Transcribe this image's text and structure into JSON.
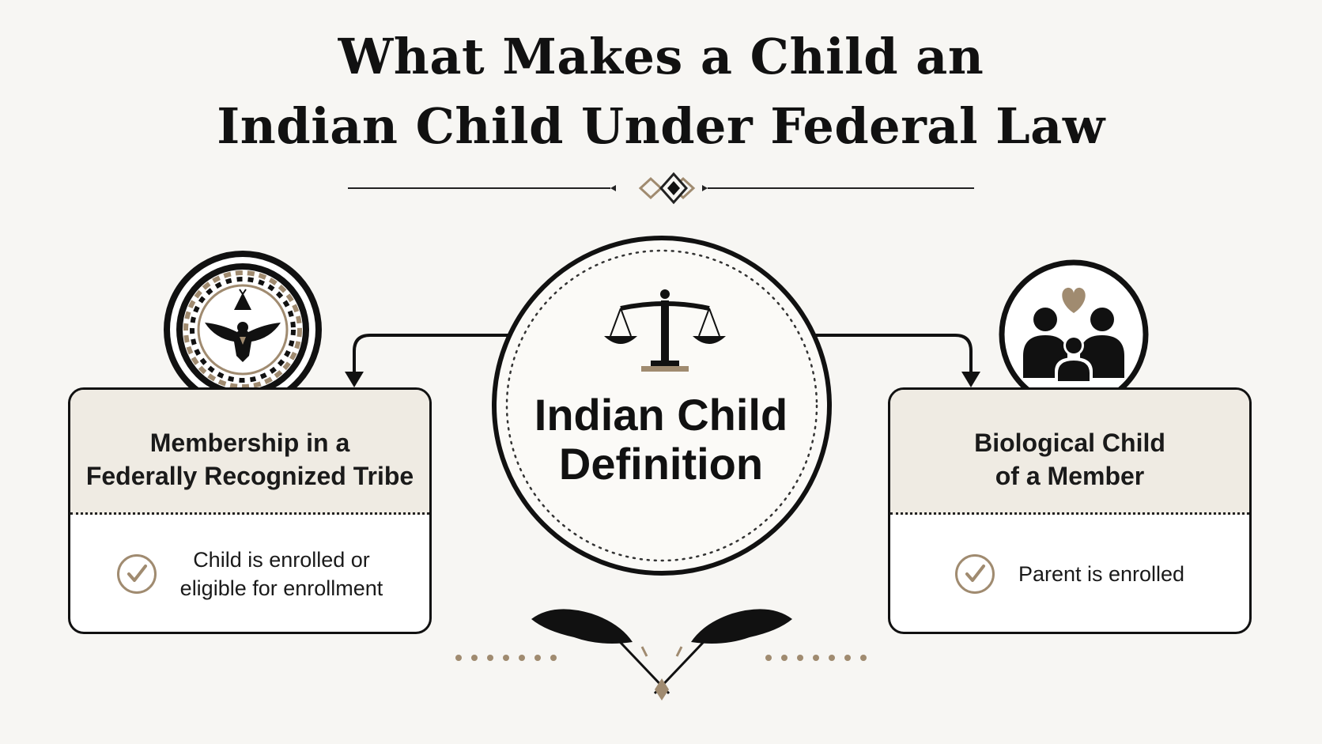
{
  "title": {
    "line1": "What Makes a Child an",
    "line2": "Indian Child Under Federal Law"
  },
  "center": {
    "line1": "Indian Child",
    "line2": "Definition",
    "icon": "scales-of-justice-icon"
  },
  "left_card": {
    "heading_line1": "Membership in a",
    "heading_line2": "Federally Recognized Tribe",
    "detail_line1": "Child is enrolled or",
    "detail_line2": "eligible for enrollment",
    "icon": "tribal-seal-eagle-icon"
  },
  "right_card": {
    "heading_line1": "Biological Child",
    "heading_line2": "of a Member",
    "detail": "Parent is enrolled",
    "icon": "family-heart-icon"
  },
  "decor": {
    "top_ornament": "diamond-ornament-icon",
    "bottom_ornament": "crossed-feathers-icon"
  },
  "colors": {
    "ink": "#111111",
    "accent_tan": "#a08b70",
    "card_header_bg": "#efebe3",
    "background": "#f7f6f3"
  }
}
